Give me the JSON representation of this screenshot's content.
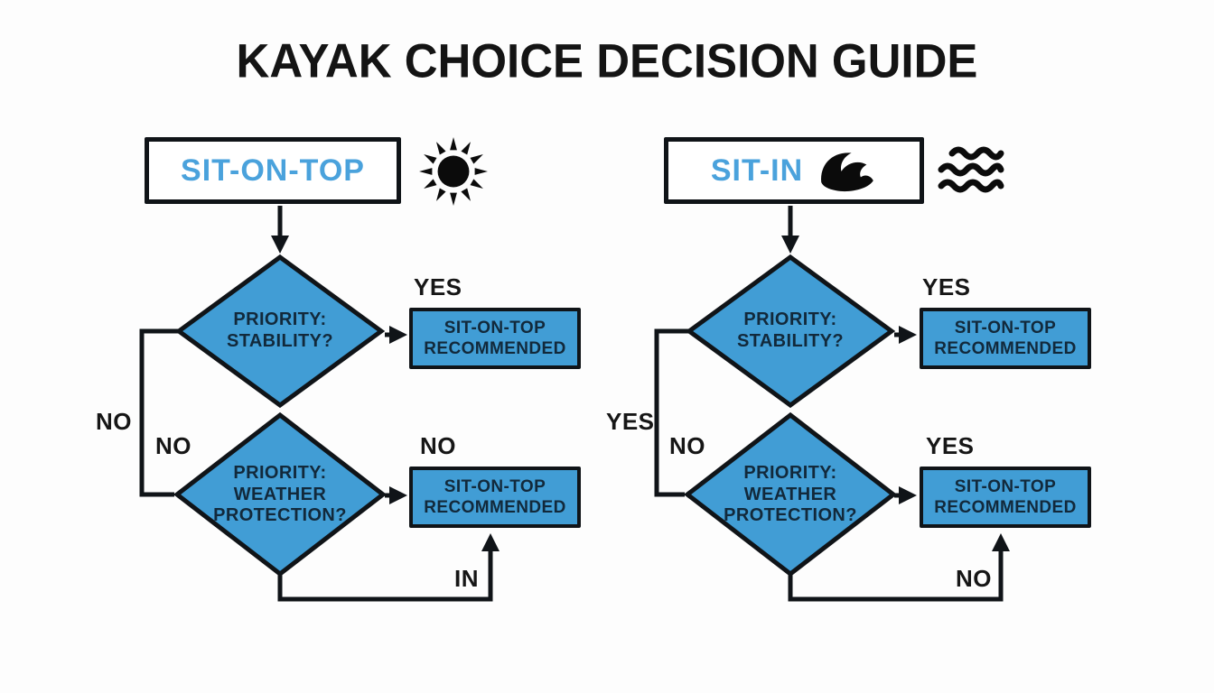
{
  "title": "KAYAK CHOICE DECISION GUIDE",
  "colors": {
    "shape_fill": "#419dd5",
    "header_text_blue": "#4aa2dc",
    "shape_text": "#12293b",
    "line_black": "#101418"
  },
  "left_flow": {
    "header_label": "SIT-ON-TOP",
    "header_icon": "sun-icon",
    "decision1": {
      "line1": "PRIORITY:",
      "line2": "STABILITY?"
    },
    "decision1_branch_label": "YES",
    "outcome1": {
      "line1": "SIT-ON-TOP",
      "line2": "RECOMMENDED"
    },
    "branch_outer_label": "NO",
    "branch_inner_label": "NO",
    "decision2": {
      "line1": "PRIORITY:",
      "line2": "WEATHER",
      "line3": "PROTECTION?"
    },
    "decision2_branch_label": "NO",
    "outcome2": {
      "line1": "SIT-ON-TOP",
      "line2": "RECOMMENDED"
    },
    "loop_label": "IN"
  },
  "right_flow": {
    "header_label": "SIT-IN",
    "header_icon": "ocean-wave-icon",
    "side_icon": "water-waves-icon",
    "decision1": {
      "line1": "PRIORITY:",
      "line2": "STABILITY?"
    },
    "decision1_branch_label": "YES",
    "outcome1": {
      "line1": "SIT-ON-TOP",
      "line2": "RECOMMENDED"
    },
    "branch_outer_label": "YES",
    "branch_inner_label": "NO",
    "decision2": {
      "line1": "PRIORITY:",
      "line2": "WEATHER",
      "line3": "PROTECTION?"
    },
    "decision2_branch_label": "YES",
    "outcome2": {
      "line1": "SIT-ON-TOP",
      "line2": "RECOMMENDED"
    },
    "loop_label": "NO"
  }
}
